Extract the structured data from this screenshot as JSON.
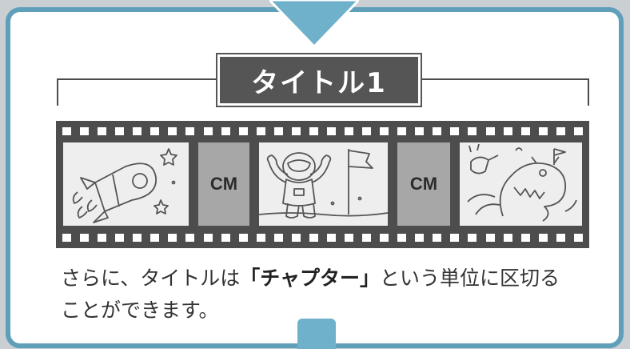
{
  "title_box": {
    "label": "タイトル1"
  },
  "filmstrip": {
    "frames": [
      {
        "kind": "illustration",
        "subject": "rocket-and-stars"
      },
      {
        "kind": "cm",
        "label": "CM"
      },
      {
        "kind": "illustration",
        "subject": "astronaut-with-flag"
      },
      {
        "kind": "cm",
        "label": "CM"
      },
      {
        "kind": "illustration",
        "subject": "alien-monster"
      }
    ]
  },
  "caption": {
    "before": "さらに、タイトルは",
    "emphasis": "「チャプター」",
    "after_line1": "という単位に区切る",
    "line2": "ことができます。"
  },
  "colors": {
    "border": "#5f9fba",
    "arrow": "#6fb0cb",
    "title_bg": "#555555",
    "film": "#4d4d4d",
    "cm_frame": "#a7a7a7"
  }
}
